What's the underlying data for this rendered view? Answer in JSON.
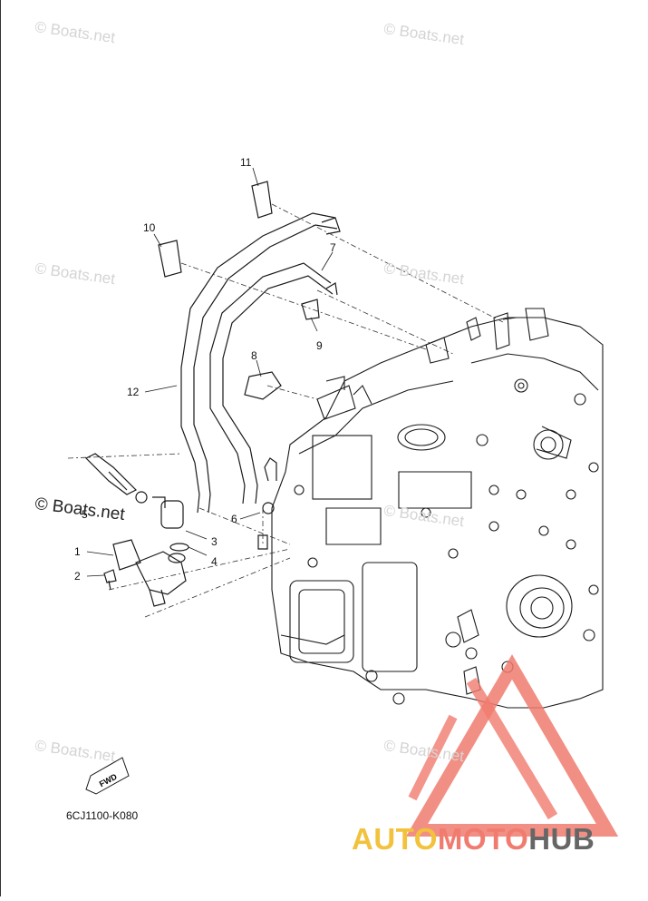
{
  "callouts": [
    {
      "id": "c1",
      "text": "1"
    },
    {
      "id": "c2",
      "text": "2"
    },
    {
      "id": "c3",
      "text": "3"
    },
    {
      "id": "c4",
      "text": "4"
    },
    {
      "id": "c5",
      "text": "5"
    },
    {
      "id": "c6",
      "text": "6"
    },
    {
      "id": "c7",
      "text": "7"
    },
    {
      "id": "c8",
      "text": "8"
    },
    {
      "id": "c9",
      "text": "9"
    },
    {
      "id": "c10",
      "text": "10"
    },
    {
      "id": "c11",
      "text": "11"
    },
    {
      "id": "c12",
      "text": "12"
    }
  ],
  "watermark": "© Boats.net",
  "fwd_label": "FWD",
  "part_number": "6CJ1100-K080",
  "brand": {
    "part1": "AUTO",
    "part2": "MOTO",
    "part3": "HUB"
  },
  "colors": {
    "line": "#1a1a1a",
    "brand_yellow": "#f2c23c",
    "brand_red": "#f07b6e",
    "brand_gray": "#666666",
    "watermark": "#d4d4d4"
  }
}
